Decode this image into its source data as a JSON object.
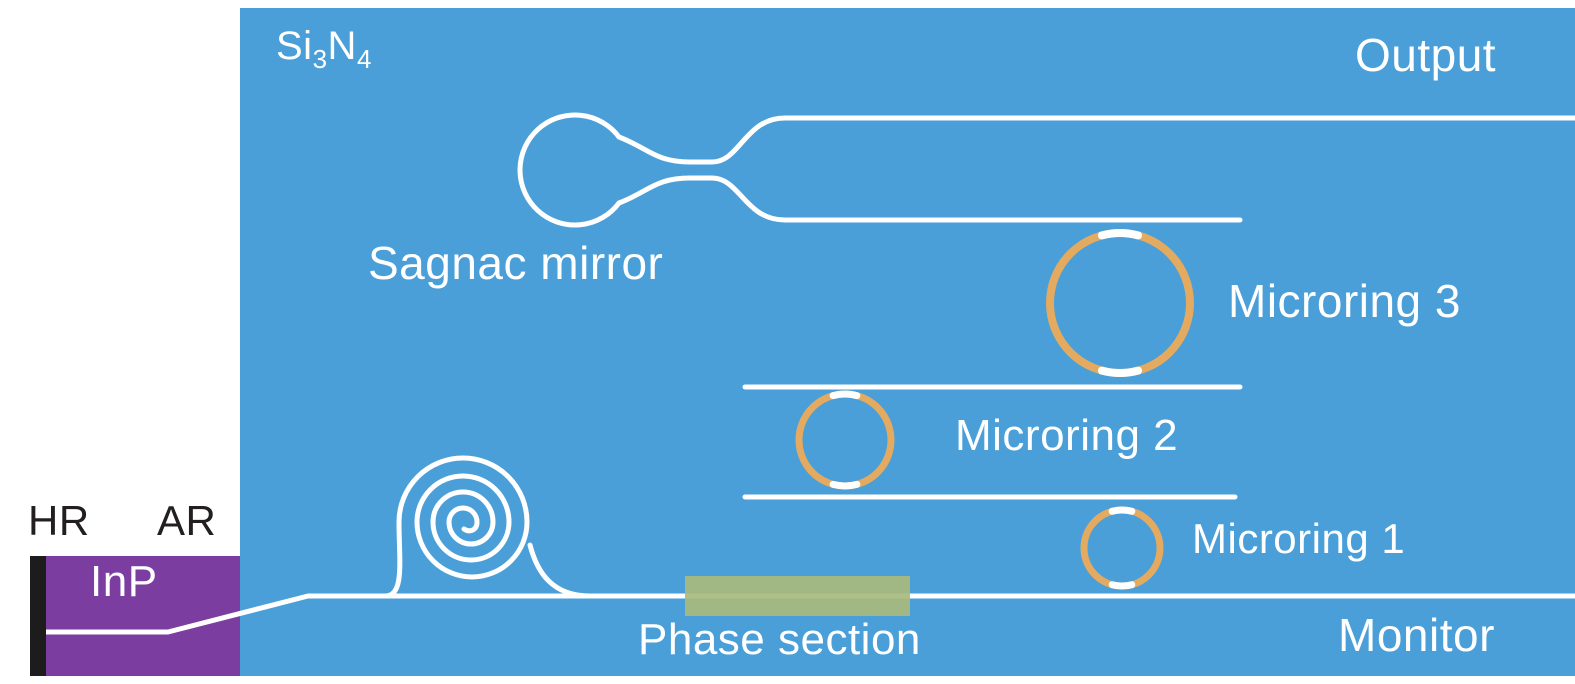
{
  "diagram": {
    "type": "photonic-integrated-circuit-schematic",
    "sin_chip": {
      "formula": {
        "base1": "Si",
        "sub1": "3",
        "base2": "N",
        "sub2": "4"
      }
    },
    "inp_chip": {
      "label": "InP",
      "coating_left": "HR",
      "coating_right": "AR"
    },
    "labels": {
      "output": "Output",
      "sagnac_mirror": "Sagnac mirror",
      "microring3": "Microring 3",
      "microring2": "Microring 2",
      "microring1": "Microring 1",
      "phase_section": "Phase section",
      "monitor": "Monitor"
    },
    "colors": {
      "sin_chip_blue": "#4a9fd8",
      "inp_chip_purple": "#7b3da0",
      "hr_coating_black": "#1c1c1c",
      "waveguide_white": "#ffffff",
      "microring_orange": "#e3aa60",
      "phase_section_green": "#a9ba7d"
    }
  }
}
